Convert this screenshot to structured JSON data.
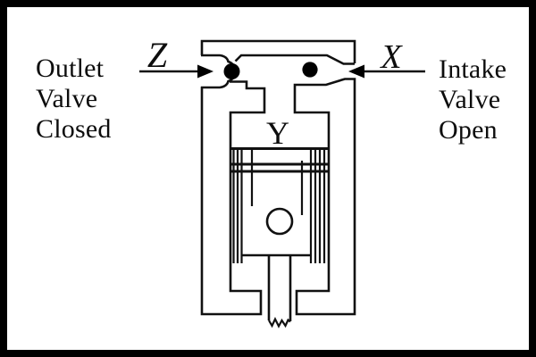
{
  "figure": {
    "left_caption": {
      "lines": [
        "Outlet",
        "Valve",
        "Closed"
      ]
    },
    "right_caption": {
      "lines": [
        "Intake",
        "Valve",
        "Open"
      ]
    },
    "arrow_labels": {
      "z": "Z",
      "x": "X"
    },
    "chamber_label": "Y",
    "colors": {
      "line": "#111111",
      "valve_fill": "#000000",
      "background": "#ffffff",
      "border": "#000000"
    }
  }
}
